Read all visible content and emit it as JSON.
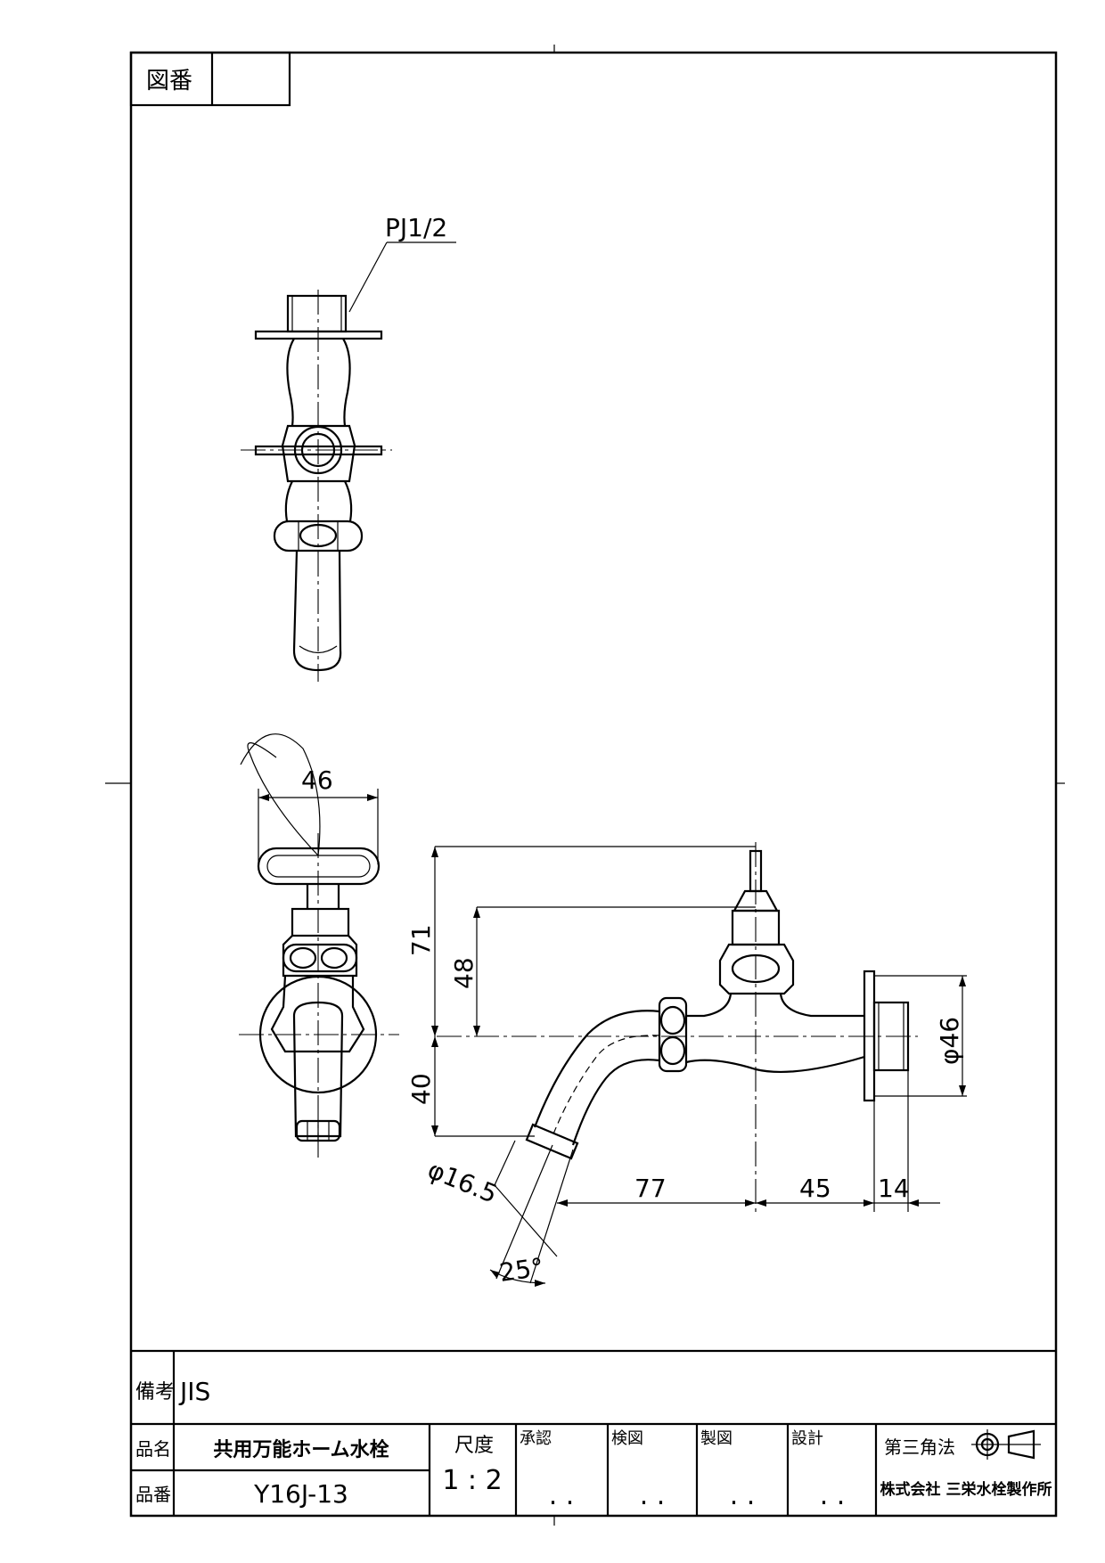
{
  "drawing_number": {
    "label": "図番",
    "value": ""
  },
  "dimensions": {
    "thread": "PJ1/2",
    "handle_width": "46",
    "height_top": "71",
    "height_body": "48",
    "height_spout": "40",
    "flange_dia": "φ46",
    "spout_dia": "φ16.5",
    "angle": "25°",
    "len_77": "77",
    "len_45": "45",
    "len_14": "14"
  },
  "title_block": {
    "remarks_label": "備考",
    "remarks_value": "JIS",
    "product_name_label": "品名",
    "product_name": "共用万能ホーム水栓",
    "part_number_label": "品番",
    "part_number": "Y16J-13",
    "scale_label": "尺度",
    "scale_value": "1 : 2",
    "approved_label": "承認",
    "checked_label": "検図",
    "drafted_label": "製図",
    "designed_label": "設計",
    "projection_label": "第三角法",
    "company": "株式会社 三栄水栓製作所",
    "dots": ". ."
  }
}
